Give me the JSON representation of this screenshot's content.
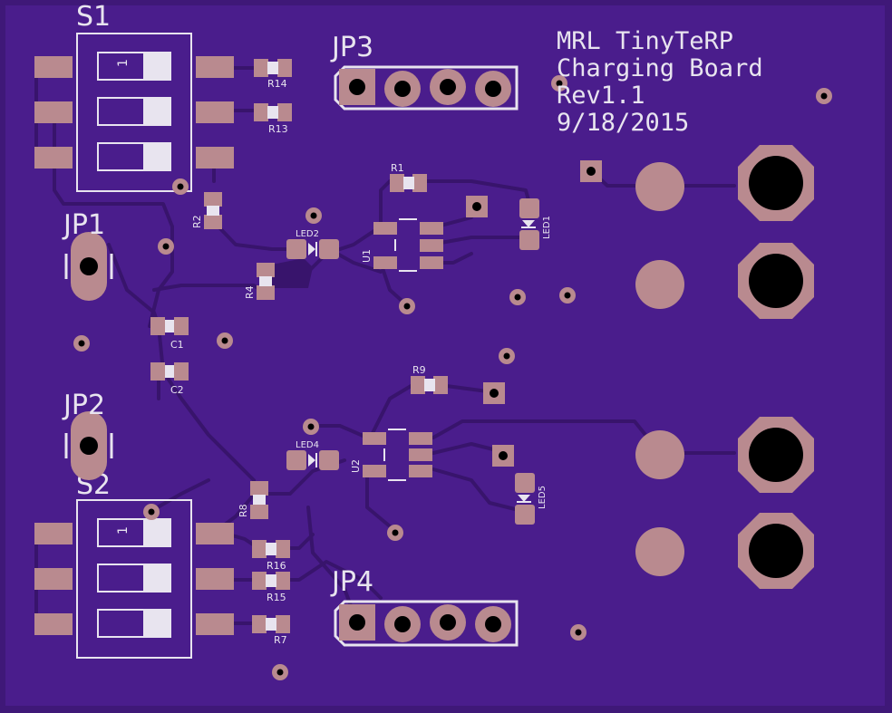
{
  "board": {
    "title_lines": [
      "MRL TinyTeRP",
      "Charging Board",
      "Rev1.1",
      "9/18/2015"
    ]
  },
  "labels": {
    "S1": "S1",
    "S2": "S2",
    "JP1": "JP1",
    "JP2": "JP2",
    "JP3": "JP3",
    "JP4": "JP4",
    "R1": "R1",
    "R2": "R2",
    "R4": "R4",
    "R7": "R7",
    "R8": "R8",
    "R9": "R9",
    "R13": "R13",
    "R14": "R14",
    "R15": "R15",
    "R16": "R16",
    "C1": "C1",
    "C2": "C2",
    "U1": "U1",
    "U2": "U2",
    "LED1": "LED1",
    "LED2": "LED2",
    "LED4": "LED4",
    "LED5": "LED5",
    "switch_pin1": "1"
  },
  "colors": {
    "substrate": "#3f1878",
    "copper": "#4a1d8c",
    "trace": "#3a1570",
    "pad": "#b98a8f",
    "silkscreen": "#e8e4ef",
    "hole": "#000000"
  }
}
